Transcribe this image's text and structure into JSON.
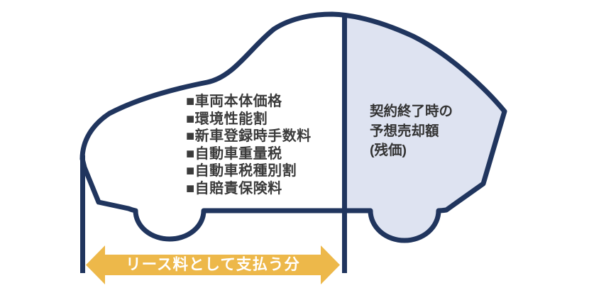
{
  "colors": {
    "outline": "#20355e",
    "residual_fill": "#dee3f1",
    "arrow": "#edb84a",
    "list_text": "#3b3b3b",
    "residual_text": "#333333",
    "arrow_text": "#ffffff"
  },
  "left_section": {
    "items": [
      "■車両本体価格",
      "■環境性能割",
      "■新車登録時手数料",
      "■自動車重量税",
      "■自動車税種別割",
      "■自賠責保険料"
    ]
  },
  "right_section": {
    "lines": [
      "契約終了時の",
      "予想売却額",
      "(残価)"
    ]
  },
  "arrow": {
    "label": "リース料として支払う分"
  }
}
